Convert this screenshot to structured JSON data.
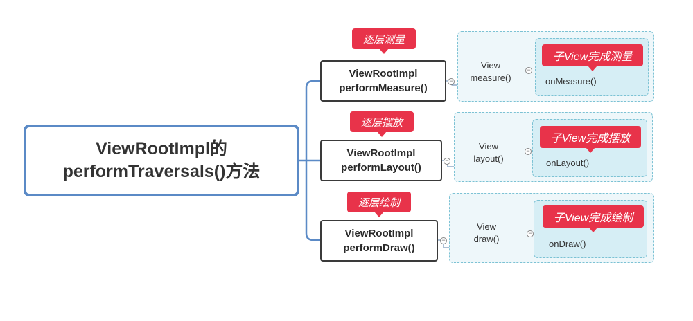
{
  "root": {
    "line1": "ViewRootImpl的",
    "line2": "performTraversals()方法"
  },
  "branches": [
    {
      "tag": "逐层测量",
      "class_name": "ViewRootImpl",
      "method": "performMeasure()",
      "view_label": "View",
      "view_method": "measure()",
      "child_tag": "子View完成测量",
      "callback": "onMeasure()"
    },
    {
      "tag": "逐层摆放",
      "class_name": "ViewRootImpl",
      "method": "performLayout()",
      "view_label": "View",
      "view_method": "layout()",
      "child_tag": "子View完成摆放",
      "callback": "onLayout()"
    },
    {
      "tag": "逐层绘制",
      "class_name": "ViewRootImpl",
      "method": "performDraw()",
      "view_label": "View",
      "view_method": "draw()",
      "child_tag": "子View完成绘制",
      "callback": "onDraw()"
    }
  ],
  "colors": {
    "root_border": "#5b8ac6",
    "tag_red": "#e8334a",
    "dashed_border": "#7cc2d4",
    "inner_fill": "#d6eef5"
  }
}
